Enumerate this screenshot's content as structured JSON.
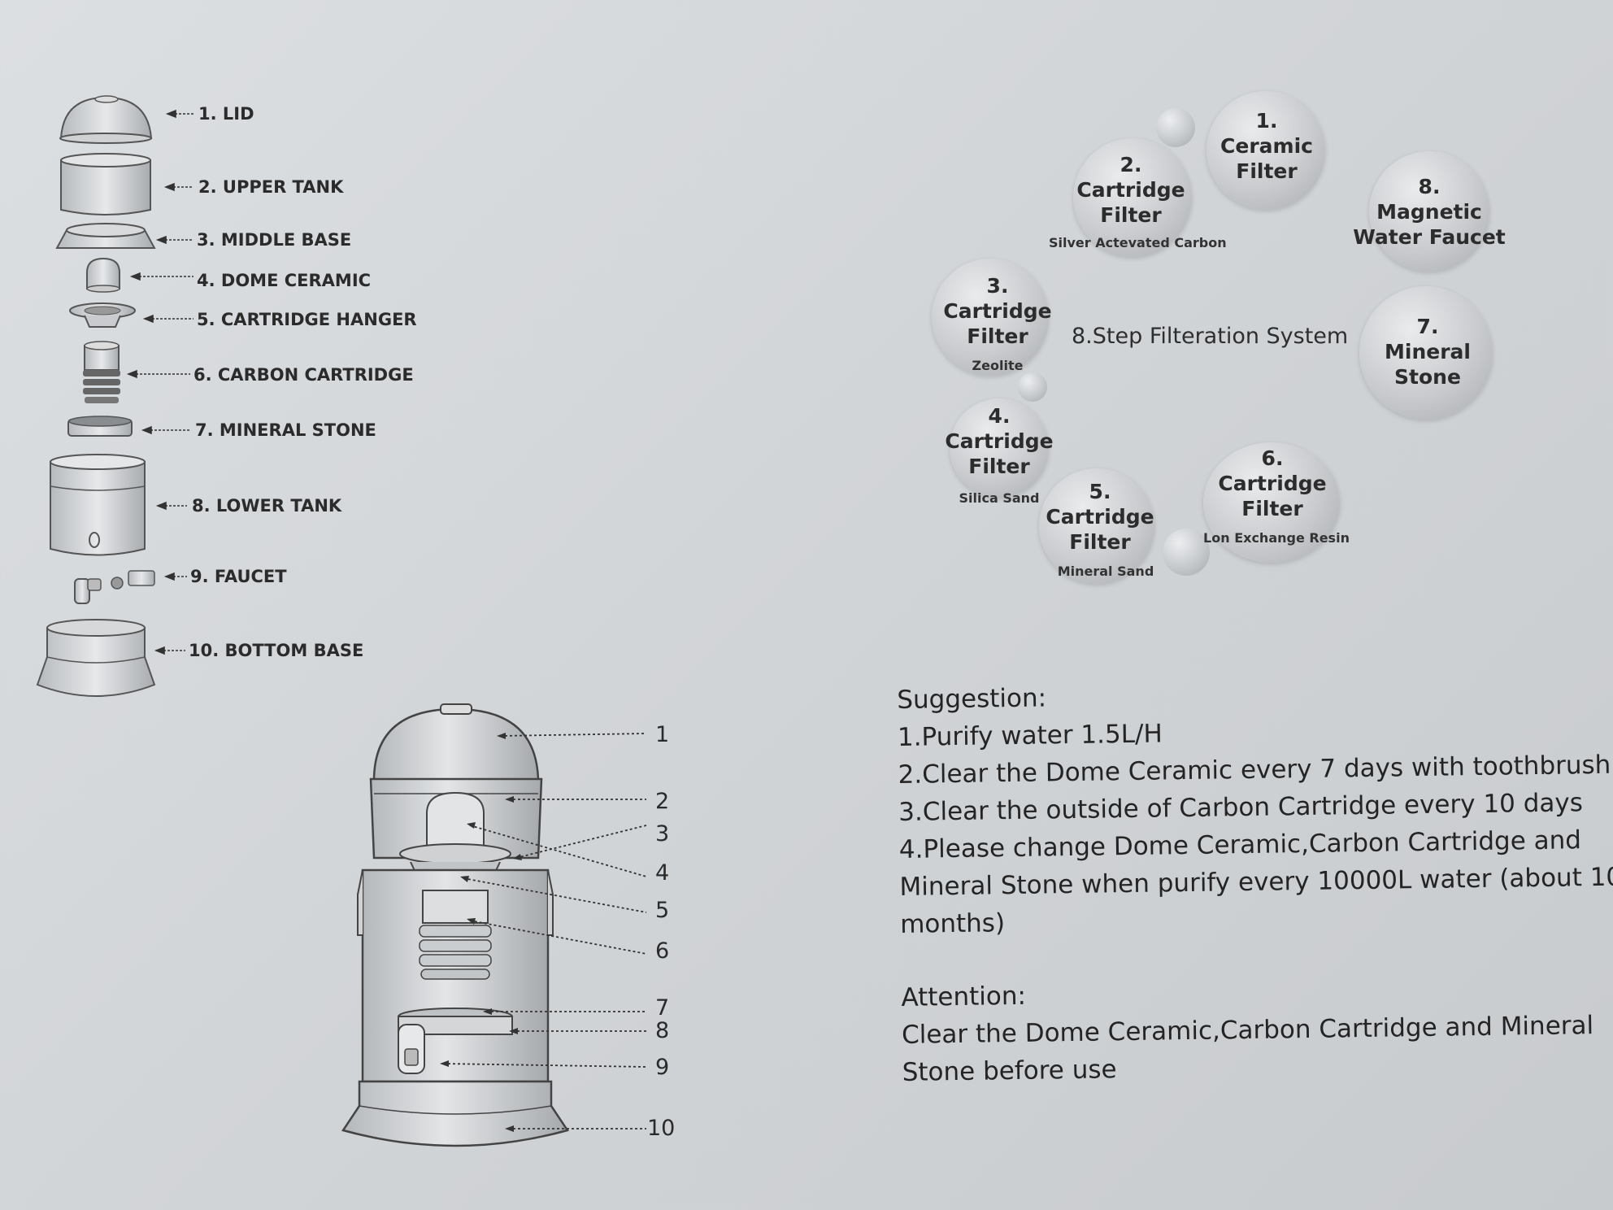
{
  "parts": [
    {
      "label": "1. LID",
      "icon": "lid-icon"
    },
    {
      "label": "2. UPPER TANK",
      "icon": "upper-tank-icon"
    },
    {
      "label": "3. MIDDLE BASE",
      "icon": "middle-base-icon"
    },
    {
      "label": "4. DOME CERAMIC",
      "icon": "dome-ceramic-icon"
    },
    {
      "label": "5. CARTRIDGE HANGER",
      "icon": "cartridge-hanger-icon"
    },
    {
      "label": "6. CARBON CARTRIDGE",
      "icon": "carbon-cartridge-icon"
    },
    {
      "label": "7. MINERAL STONE",
      "icon": "mineral-stone-icon"
    },
    {
      "label": "8. LOWER TANK",
      "icon": "lower-tank-icon"
    },
    {
      "label": "9. FAUCET",
      "icon": "faucet-icon"
    },
    {
      "label": "10. BOTTOM BASE",
      "icon": "bottom-base-icon"
    }
  ],
  "filtration": {
    "title": "8.Step Filteration System",
    "steps": [
      {
        "num": "1.",
        "line1": "Ceramic",
        "line2": "Filter",
        "sub": ""
      },
      {
        "num": "2.",
        "line1": "Cartridge",
        "line2": "Filter",
        "sub": "Silver Actevated Carbon"
      },
      {
        "num": "3.",
        "line1": "Cartridge",
        "line2": "Filter",
        "sub": "Zeolite"
      },
      {
        "num": "4.",
        "line1": "Cartridge",
        "line2": "Filter",
        "sub": "Silica Sand"
      },
      {
        "num": "5.",
        "line1": "Cartridge",
        "line2": "Filter",
        "sub": "Mineral Sand"
      },
      {
        "num": "6.",
        "line1": "Cartridge",
        "line2": "Filter",
        "sub": "Lon Exchange Resin"
      },
      {
        "num": "7.",
        "line1": "Mineral",
        "line2": "Stone",
        "sub": ""
      },
      {
        "num": "8.",
        "line1": "Magnetic",
        "line2": "Water Faucet",
        "sub": ""
      }
    ]
  },
  "suggestion": {
    "heading": "Suggestion:",
    "lines": [
      "1.Purify water 1.5L/H",
      "2.Clear the Dome Ceramic every 7 days with toothbrush",
      "3.Clear the outside of Carbon Cartridge every 10 days",
      "4.Please change Dome Ceramic,Carbon Cartridge and",
      "Mineral Stone when purify every 10000L water (about 10",
      "months)"
    ]
  },
  "attention": {
    "heading": "Attention:",
    "lines": [
      "Clear the Dome Ceramic,Carbon Cartridge and Mineral",
      "Stone before use"
    ]
  },
  "assembly_callouts": [
    "1",
    "2",
    "3",
    "4",
    "5",
    "6",
    "7",
    "8",
    "9",
    "10"
  ]
}
